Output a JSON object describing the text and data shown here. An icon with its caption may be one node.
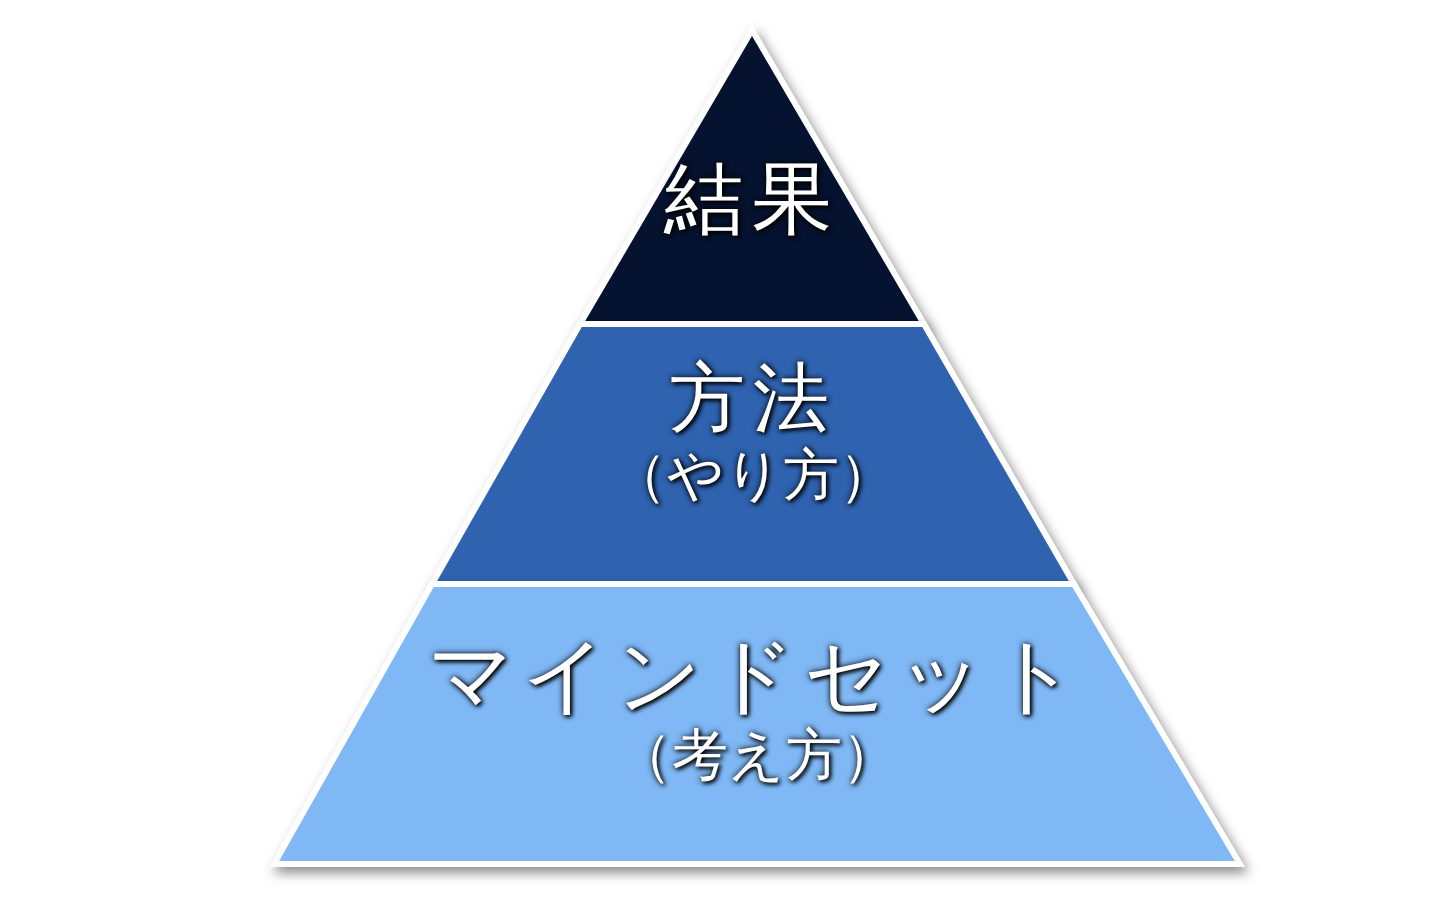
{
  "diagram": {
    "nodes": [
      {
        "text": [
          "結果"
        ]
      },
      {
        "text": [
          "方法",
          "（やり方）"
        ]
      },
      {
        "text": [
          "マインドセット",
          "（考え方）"
        ]
      }
    ]
  }
}
